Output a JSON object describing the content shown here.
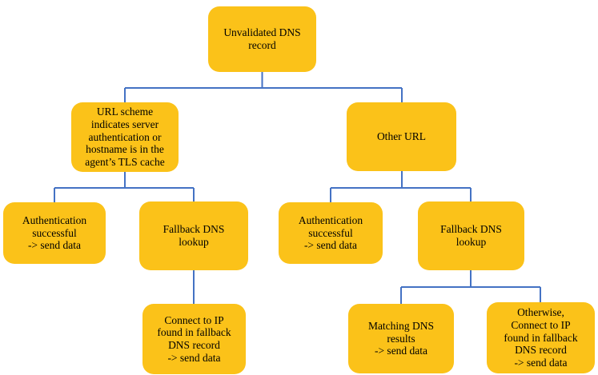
{
  "diagram": {
    "type": "flowchart-tree",
    "colors": {
      "node_fill": "#FBC219",
      "connector": "#4472C4",
      "text": "#000000",
      "background": "#FFFFFF"
    },
    "nodes": [
      {
        "id": "unvalidated-dns-record",
        "label": "Unvalidated DNS\nrecord"
      },
      {
        "id": "url-scheme",
        "label": "URL scheme\nindicates server\nauthentication or\nhostname is in the\nagent’s TLS cache"
      },
      {
        "id": "other-url",
        "label": "Other URL"
      },
      {
        "id": "auth-success-left",
        "label": "Authentication\nsuccessful\n-> send data"
      },
      {
        "id": "fallback-dns-left",
        "label": "Fallback DNS\nlookup"
      },
      {
        "id": "auth-success-right",
        "label": "Authentication\nsuccessful\n-> send data"
      },
      {
        "id": "fallback-dns-right",
        "label": "Fallback DNS\nlookup"
      },
      {
        "id": "connect-ip-fallback",
        "label": "Connect to IP\nfound in fallback\nDNS record\n-> send data"
      },
      {
        "id": "matching-dns",
        "label": "Matching DNS\nresults\n-> send data"
      },
      {
        "id": "otherwise-connect-ip",
        "label": "Otherwise,\nConnect to IP\nfound in fallback\nDNS record\n-> send data"
      }
    ],
    "edges": [
      {
        "from": "unvalidated-dns-record",
        "to": "url-scheme"
      },
      {
        "from": "unvalidated-dns-record",
        "to": "other-url"
      },
      {
        "from": "url-scheme",
        "to": "auth-success-left"
      },
      {
        "from": "url-scheme",
        "to": "fallback-dns-left"
      },
      {
        "from": "fallback-dns-left",
        "to": "connect-ip-fallback"
      },
      {
        "from": "other-url",
        "to": "auth-success-right"
      },
      {
        "from": "other-url",
        "to": "fallback-dns-right"
      },
      {
        "from": "fallback-dns-right",
        "to": "matching-dns"
      },
      {
        "from": "fallback-dns-right",
        "to": "otherwise-connect-ip"
      }
    ]
  }
}
